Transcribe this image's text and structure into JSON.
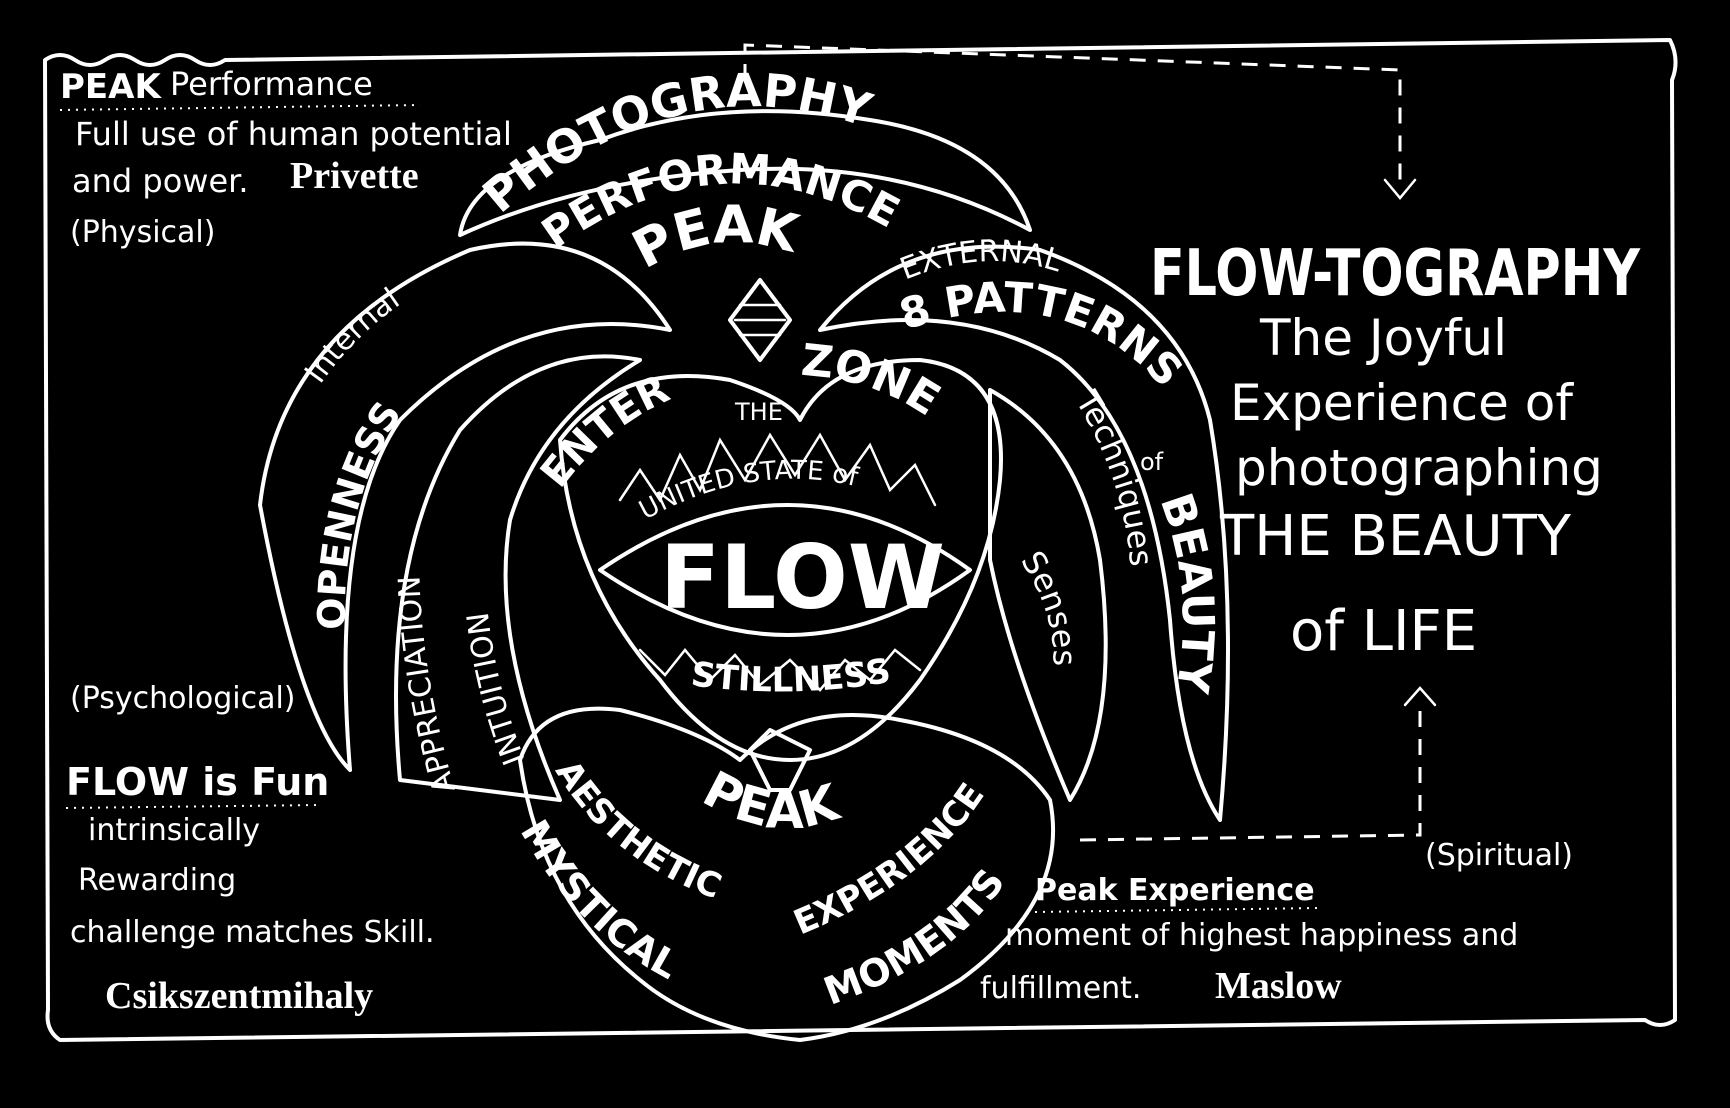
{
  "top_left": {
    "heading_peak": "PEAK",
    "heading_rest": "Performance",
    "line1": "Full use of human potential",
    "line2": "and power.",
    "author": "Privette",
    "note": "(Physical)"
  },
  "bottom_left": {
    "note": "(Psychological)",
    "heading": "FLOW is Fun",
    "line1": "intrinsically",
    "line2": "Rewarding",
    "line3": "challenge matches Skill.",
    "author": "Csikszentmihaly"
  },
  "bottom_right": {
    "note": "(Spiritual)",
    "heading": "Peak Experience",
    "line1": "moment of highest happiness and",
    "line2": "fulfillment.",
    "author": "Maslow"
  },
  "right_panel": {
    "title": "FLOW-TOGRAPHY",
    "line1": "The Joyful",
    "line2": "Experience of",
    "line3": "photographing",
    "line4": "THE BEAUTY",
    "line5": "of LIFE"
  },
  "diagram": {
    "photography": "PHOTOGRAPHY",
    "performance": "PERFORMANCE",
    "peak_top": "PEAK",
    "internal": "Internal",
    "external": "EXTERNAL",
    "openness": "OPENNESS",
    "appreciation": "APPRECIATION",
    "intuition": "INTUITION",
    "patterns": "8 PATTERNS",
    "of": "of",
    "techniques": "Techniques",
    "beauty": "BEAUTY",
    "senses": "Senses",
    "enter": "ENTER",
    "the": "THE",
    "zone": "ZONE",
    "united_state_of": "UNITED STATE of",
    "flow": "FLOW",
    "stillness": "STILLNESS",
    "peak_bottom": "PEAK",
    "aesthetic": "AESTHETIC",
    "experience": "EXPERIENCE",
    "mystical": "MYSTICAL",
    "moments": "MOMENTS"
  }
}
